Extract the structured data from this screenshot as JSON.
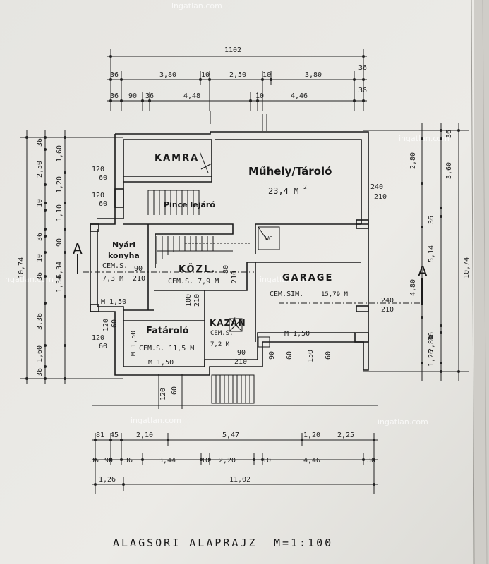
{
  "plan": {
    "title": "ALAGSORI ALAPRAJZ",
    "scale": "M=1:100",
    "watermark": "ingatlan.com"
  },
  "rooms": {
    "kamra": {
      "name": "KAMRA"
    },
    "muhely": {
      "name": "Műhely/Tároló",
      "area": "23,4 M",
      "area_exp": "2"
    },
    "pince": {
      "name": "Pince lejáró"
    },
    "wc": {
      "name": "WC"
    },
    "nyari": {
      "name_1": "Nyári",
      "name_2": "konyha",
      "floor": "CEM.S.",
      "area": "7,3 M",
      "door": "90",
      "door2": "210"
    },
    "kozl": {
      "name": "KÖZL.",
      "floor": "CEM.S. 7,9 M"
    },
    "garage": {
      "name": "GARAGE",
      "floor": "CEM.SIM.",
      "area": "15,79 M"
    },
    "fataro": {
      "name": "Fatároló",
      "floor": "CEM.S. 11,5 M"
    },
    "kazan": {
      "name": "KAZÁN",
      "floor": "CEM.S.",
      "area": "7,2 M"
    }
  },
  "dims_top": {
    "total": "1102",
    "row1": [
      "36",
      "3,80",
      "10",
      "2,50",
      "10",
      "3,80",
      "36"
    ],
    "row2": [
      "36",
      "90",
      "36",
      "4,48",
      "10",
      "4,46",
      "36"
    ]
  },
  "dims_bottom": {
    "row1": [
      "81",
      "45",
      "2,10",
      "5,47",
      "1,20",
      "2,25"
    ],
    "row2": [
      "36",
      "90",
      "36",
      "3,44",
      "10",
      "2,20",
      "10",
      "4,46",
      "36"
    ],
    "row3": [
      "1,26",
      "11,02"
    ]
  },
  "dims_left": {
    "total": "10,74",
    "col_outer": [
      "36",
      "2,50",
      "10",
      "36",
      "10",
      "36",
      "3,36",
      "1,60",
      "36"
    ],
    "col_inner": [
      "1,60",
      "1,20",
      "1,10",
      "90",
      "1,34",
      "6,34"
    ]
  },
  "dims_right": {
    "total": "10,74",
    "col_outer": [
      "36",
      "3,60",
      "36",
      "5,14",
      "2,80",
      "36",
      "1,26"
    ],
    "col_inner": [
      "2,80",
      "4,80"
    ]
  },
  "openings": {
    "w120_60_a": [
      "120",
      "60"
    ],
    "w120_60_b": [
      "120",
      "60"
    ],
    "w120_60_c": [
      "120",
      "60"
    ],
    "w240_210_a": [
      "240",
      "210"
    ],
    "w240_210_b": [
      "240",
      "210"
    ],
    "m150_a": "M 1,50",
    "m150_b": "M 1,50",
    "m150_c": "M 1,50",
    "m150_d": "M 1,50",
    "d90_210": [
      "90",
      "210"
    ],
    "d100_210": [
      "100",
      "210"
    ],
    "d80_210": [
      "80",
      "210"
    ],
    "w_row": [
      "90",
      "60",
      "150",
      "60"
    ],
    "bottom_120_60": [
      "120",
      "60"
    ]
  },
  "section_marker": "A"
}
